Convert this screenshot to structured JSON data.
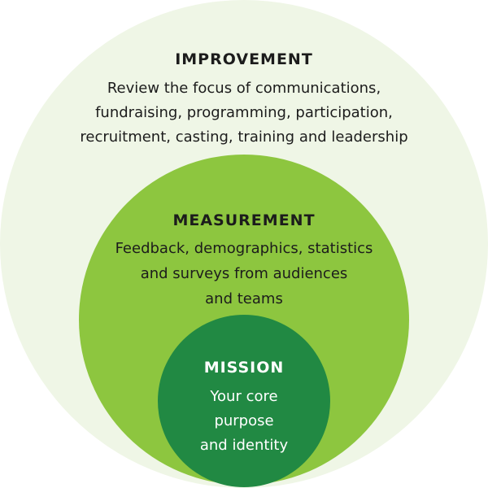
{
  "colors": {
    "outer_fill": "#eff6e6",
    "middle_fill": "#8dc63f",
    "inner_fill": "#218943",
    "dark_text": "#1c1c1c",
    "light_text": "#ffffff"
  },
  "improvement": {
    "title": "IMPROVEMENT",
    "text": "Review the focus of communications,\nfundraising, programming, participation,\nrecruitment, casting, training and leadership"
  },
  "measurement": {
    "title": "MEASUREMENT",
    "text": "Feedback, demographics, statistics\nand surveys from audiences\nand teams"
  },
  "mission": {
    "title": "MISSION",
    "text": "Your core\npurpose\nand identity"
  }
}
